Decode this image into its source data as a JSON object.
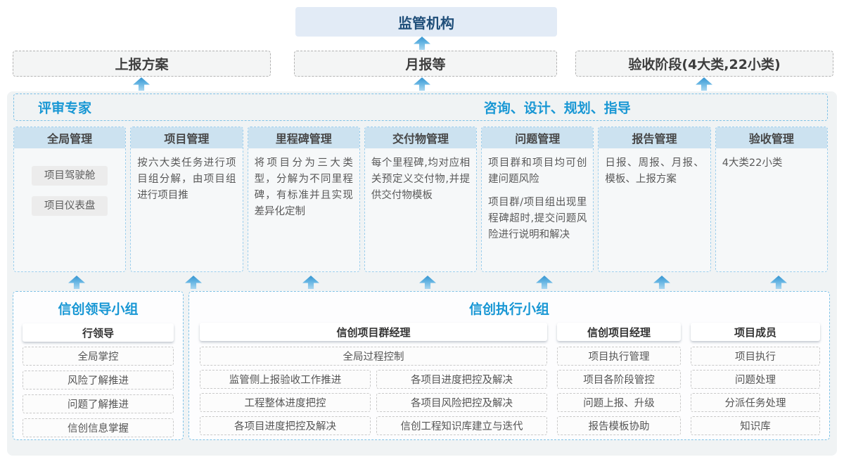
{
  "top": {
    "title": "监管机构"
  },
  "row2": {
    "box1": "上报方案",
    "box2": "月报等",
    "box3": "验收阶段(4大类,22小类)"
  },
  "band": {
    "left_title": "评审专家",
    "right_title": "咨询、设计、规划、指导"
  },
  "columns": [
    {
      "header": "全局管理",
      "pills": [
        "项目驾驶舱",
        "项目仪表盘"
      ]
    },
    {
      "header": "项目管理",
      "paragraphs": [
        "按六大类任务进行项目组分解，由项目组进行项目推"
      ]
    },
    {
      "header": "里程碑管理",
      "paragraphs": [
        "将项目分为三大类型，分解为不同里程碑，有标准并且实现差异化定制"
      ]
    },
    {
      "header": "交付物管理",
      "paragraphs": [
        "每个里程碑,均对应相关预定义交付物,并提供交付物模板"
      ]
    },
    {
      "header": "问题管理",
      "paragraphs": [
        "项目群和项目均可创建问题风险",
        "项目群/项目组出现里程碑超时,提交问题风险进行说明和解决"
      ]
    },
    {
      "header": "报告管理",
      "paragraphs": [
        "日报、周报、月报、模板、上报方案"
      ]
    },
    {
      "header": "验收管理",
      "paragraphs": [
        "4大类22小类"
      ]
    }
  ],
  "groups": {
    "left": {
      "title": "信创领导小组",
      "role": "行领导",
      "items": [
        "全局掌控",
        "风险了解推进",
        "问题了解推进",
        "信创信息掌握"
      ]
    },
    "right": {
      "title": "信创执行小组",
      "col1": {
        "role": "信创项目群经理",
        "full_item": "全局过程控制",
        "grid": [
          [
            "监管侧上报验收工作推进",
            "各项目进度把控及解决"
          ],
          [
            "工程整体进度把控",
            "各项目风险把控及解决"
          ],
          [
            "各项目进度把控及解决",
            "信创工程知识库建立与迭代"
          ]
        ]
      },
      "col2": {
        "role": "信创项目经理",
        "items": [
          "项目执行管理",
          "项目各阶段管控",
          "问题上报、升级",
          "报告模板协助"
        ]
      },
      "col3": {
        "role": "项目成员",
        "items": [
          "项目执行",
          "问题处理",
          "分派任务处理",
          "知识库"
        ]
      }
    }
  },
  "colors": {
    "accent_blue": "#1897d4",
    "dark_navy_title": "#1f4e79",
    "header_fill": "#cce2f0",
    "container_fill": "#f0f3f4",
    "arrow_blue": "#3494d0"
  }
}
